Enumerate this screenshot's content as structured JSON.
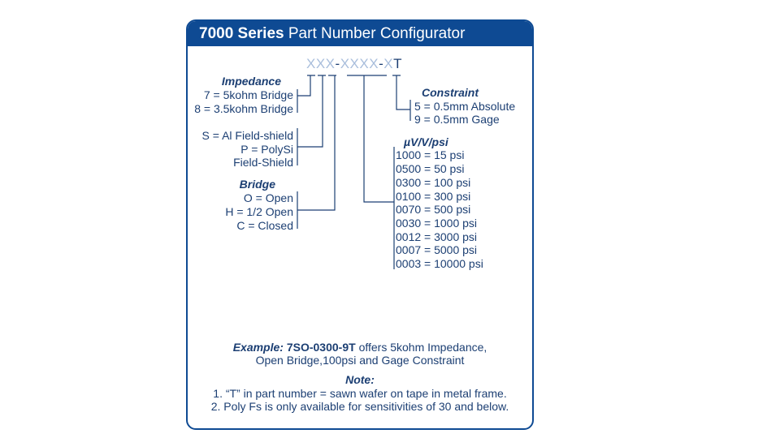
{
  "header": {
    "title_bold": "7000 Series",
    "title_rest": "Part Number Configurator"
  },
  "part_number": {
    "seg1": "XXX",
    "dash1": "-",
    "seg2": "XXXX",
    "dash2": "-",
    "seg3": "X",
    "seg4": "T"
  },
  "impedance": {
    "heading": "Impedance",
    "options": [
      "7 = 5kohm Bridge",
      "8 = 3.5kohm Bridge"
    ]
  },
  "field_shield": {
    "options": [
      "S = Al Field-shield",
      "P = PolySi",
      "Field-Shield"
    ]
  },
  "bridge": {
    "heading": "Bridge",
    "options": [
      "O = Open",
      "H = 1/2 Open",
      "C = Closed"
    ]
  },
  "constraint": {
    "heading": "Constraint",
    "options": [
      "5 = 0.5mm Absolute",
      "9 = 0.5mm Gage"
    ]
  },
  "sensitivity": {
    "heading": "µV/V/psi",
    "options": [
      "1000 = 15 psi",
      "0500 = 50 psi",
      "0300 = 100 psi",
      "0100 = 300 psi",
      "0070 = 500 psi",
      "0030 = 1000 psi",
      "0012 = 3000 psi",
      "0007 = 5000 psi",
      "0003 = 10000 psi"
    ]
  },
  "example": {
    "label": "Example:",
    "code": "7SO-0300-9T",
    "text1": "offers 5kohm Impedance,",
    "text2": "Open Bridge,100psi and Gage Constraint"
  },
  "note": {
    "heading": "Note:",
    "items": [
      "1. “T” in part number = sawn wafer on tape in metal frame.",
      "2. Poly Fs is only available for sensitivities of 30 and below."
    ]
  },
  "colors": {
    "brand": "#0e4a93",
    "text": "#1c3f73",
    "placeholder": "#a9bedc"
  }
}
